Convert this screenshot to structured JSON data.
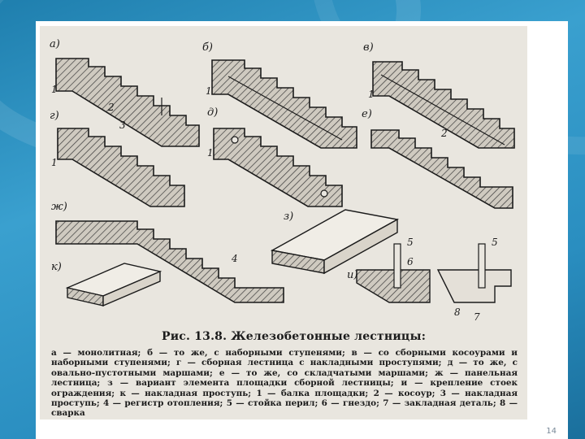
{
  "figure": {
    "panel_labels": {
      "a": "а)",
      "b": "б)",
      "v": "в)",
      "g": "г)",
      "d": "д)",
      "e": "е)",
      "zh": "ж)",
      "z": "з)",
      "i": "и)",
      "k": "к)"
    },
    "callouts": {
      "a1": "1",
      "a2": "2",
      "b1": "1",
      "v1": "1",
      "g3": "3",
      "g1": "1",
      "d1": "1",
      "e2": "2",
      "zh4": "4",
      "i5": "5",
      "i6": "6",
      "j5": "5",
      "j8": "8",
      "j7": "7"
    },
    "caption_title": "Рис. 13.8. Железобетонные лестницы:",
    "caption_text": "а — монолитная; б — то же, с наборными ступенями; в — со сборными косоурами и наборными ступенями; г — сборная лестница с накладными проступями; д — то же, с овально-пустотными маршами; е — то же, со складчатыми маршами; ж — панельная лестница; з — вариант элемента площадки сборной лестницы; и — крепление стоек ограждения; к — накладная проступь; 1 — балка площадки; 2 — косоур; 3 — накладная проступь; 4 — регистр отопления; 5 — стойка перил; 6 — гнездо; 7 — закладная деталь; 8 — сварка"
  },
  "slide": {
    "page_number": "14"
  },
  "colors": {
    "background": "#2a8ec0",
    "slide": "#ffffff",
    "scan_paper": "#e9e6df",
    "ink": "#1b1b1b"
  }
}
